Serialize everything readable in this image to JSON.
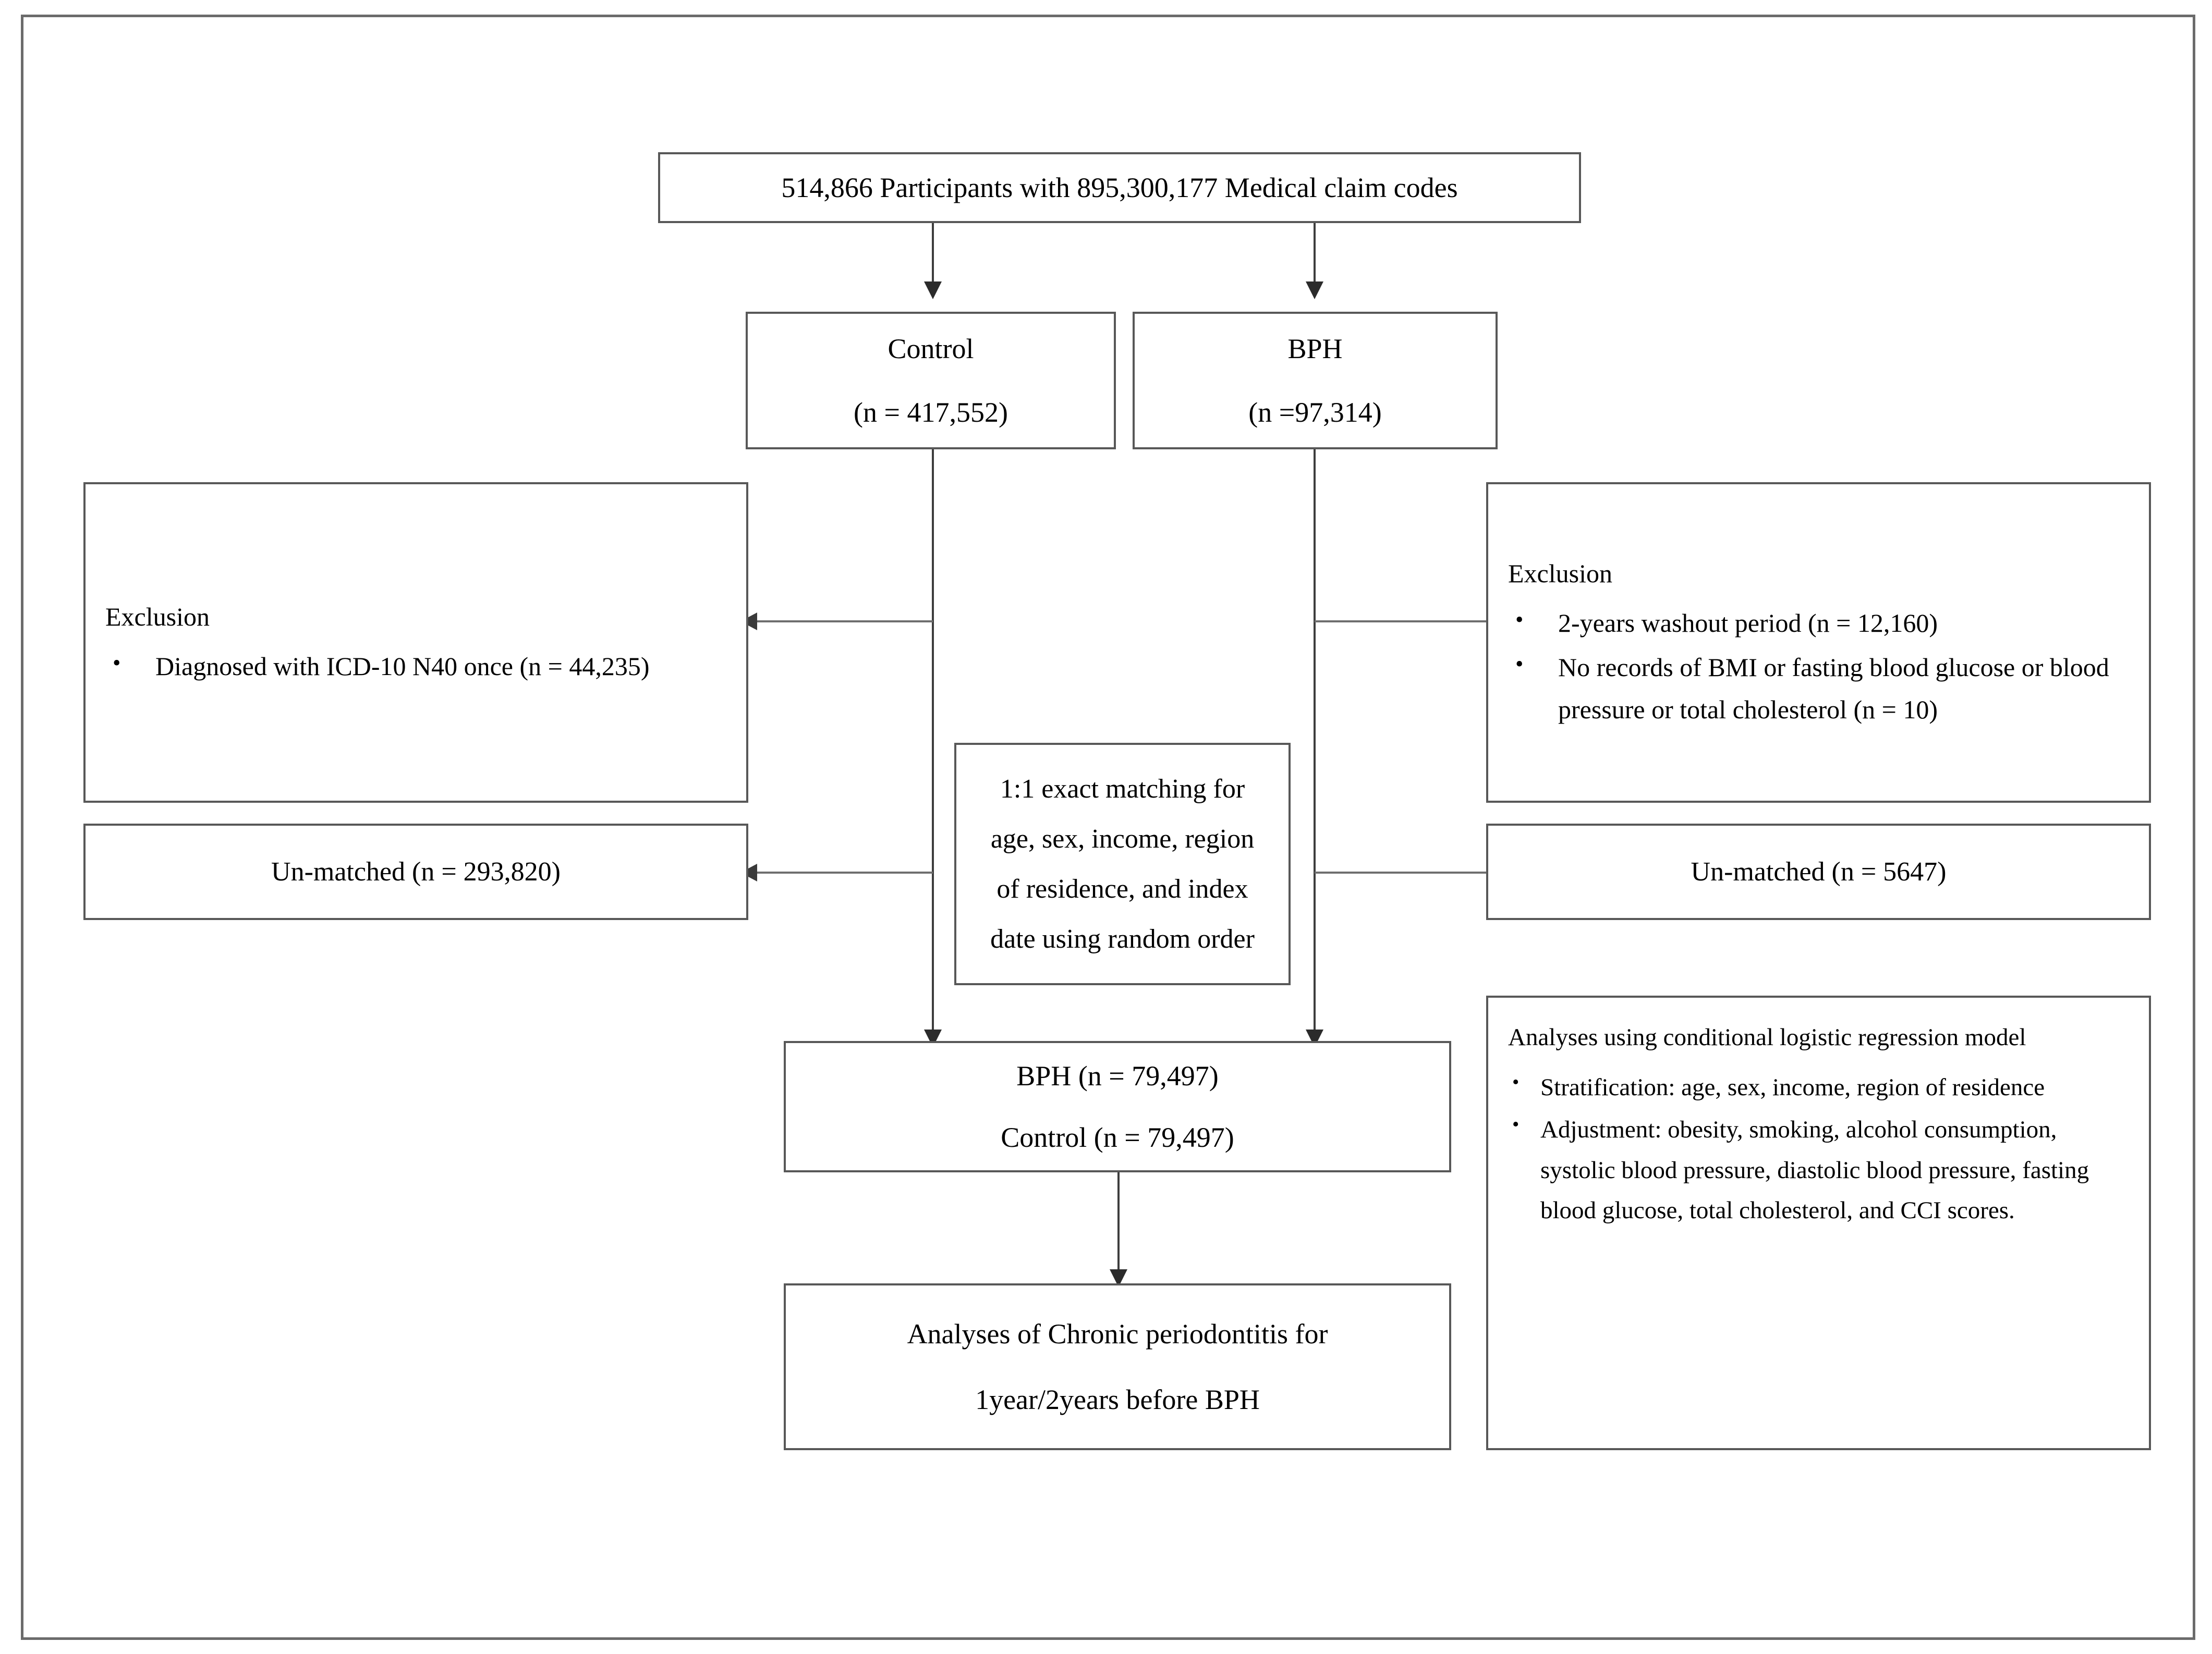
{
  "figure": {
    "type": "flowchart",
    "title": "Study participant selection flow diagram"
  },
  "nodes": {
    "source": {
      "label": "514,866 Participants with 895,300,177 Medical claim codes"
    },
    "control": {
      "line1": "Control",
      "line2": "(n = 417,552)"
    },
    "bph": {
      "line1": "BPH",
      "line2": "(n =97,314)"
    },
    "exclusion_left": {
      "heading": "Exclusion",
      "items": [
        "Diagnosed with ICD-10 N40 once (n = 44,235)"
      ]
    },
    "exclusion_right": {
      "heading": "Exclusion",
      "items": [
        "2-years washout period (n = 12,160)",
        "No records of BMI or fasting blood glucose or blood pressure or total cholesterol (n = 10)"
      ]
    },
    "unmatched_left": {
      "label": "Un-matched (n = 293,820)"
    },
    "unmatched_right": {
      "label": "Un-matched (n = 5647)"
    },
    "matching": {
      "line1": "1:1 exact matching for",
      "line2": "age, sex, income, region",
      "line3": "of residence, and index",
      "line4": "date using random order"
    },
    "matched_result": {
      "line1": "BPH (n = 79,497)",
      "line2": "Control (n = 79,497)"
    },
    "final_analysis": {
      "line1": "Analyses of  Chronic periodontitis for",
      "line2": "1year/2years before BPH"
    },
    "methods": {
      "heading": "Analyses using conditional logistic regression model",
      "items": [
        "Stratification: age, sex, income, region of residence",
        "Adjustment: obesity, smoking, alcohol consumption, systolic blood pressure, diastolic blood pressure, fasting blood glucose, total cholesterol, and CCI scores."
      ]
    }
  },
  "colors": {
    "frame": "#6b6b6b",
    "box_border": "#585858",
    "connector": "#3d3d3d",
    "text": "#000000",
    "background": "#ffffff"
  }
}
